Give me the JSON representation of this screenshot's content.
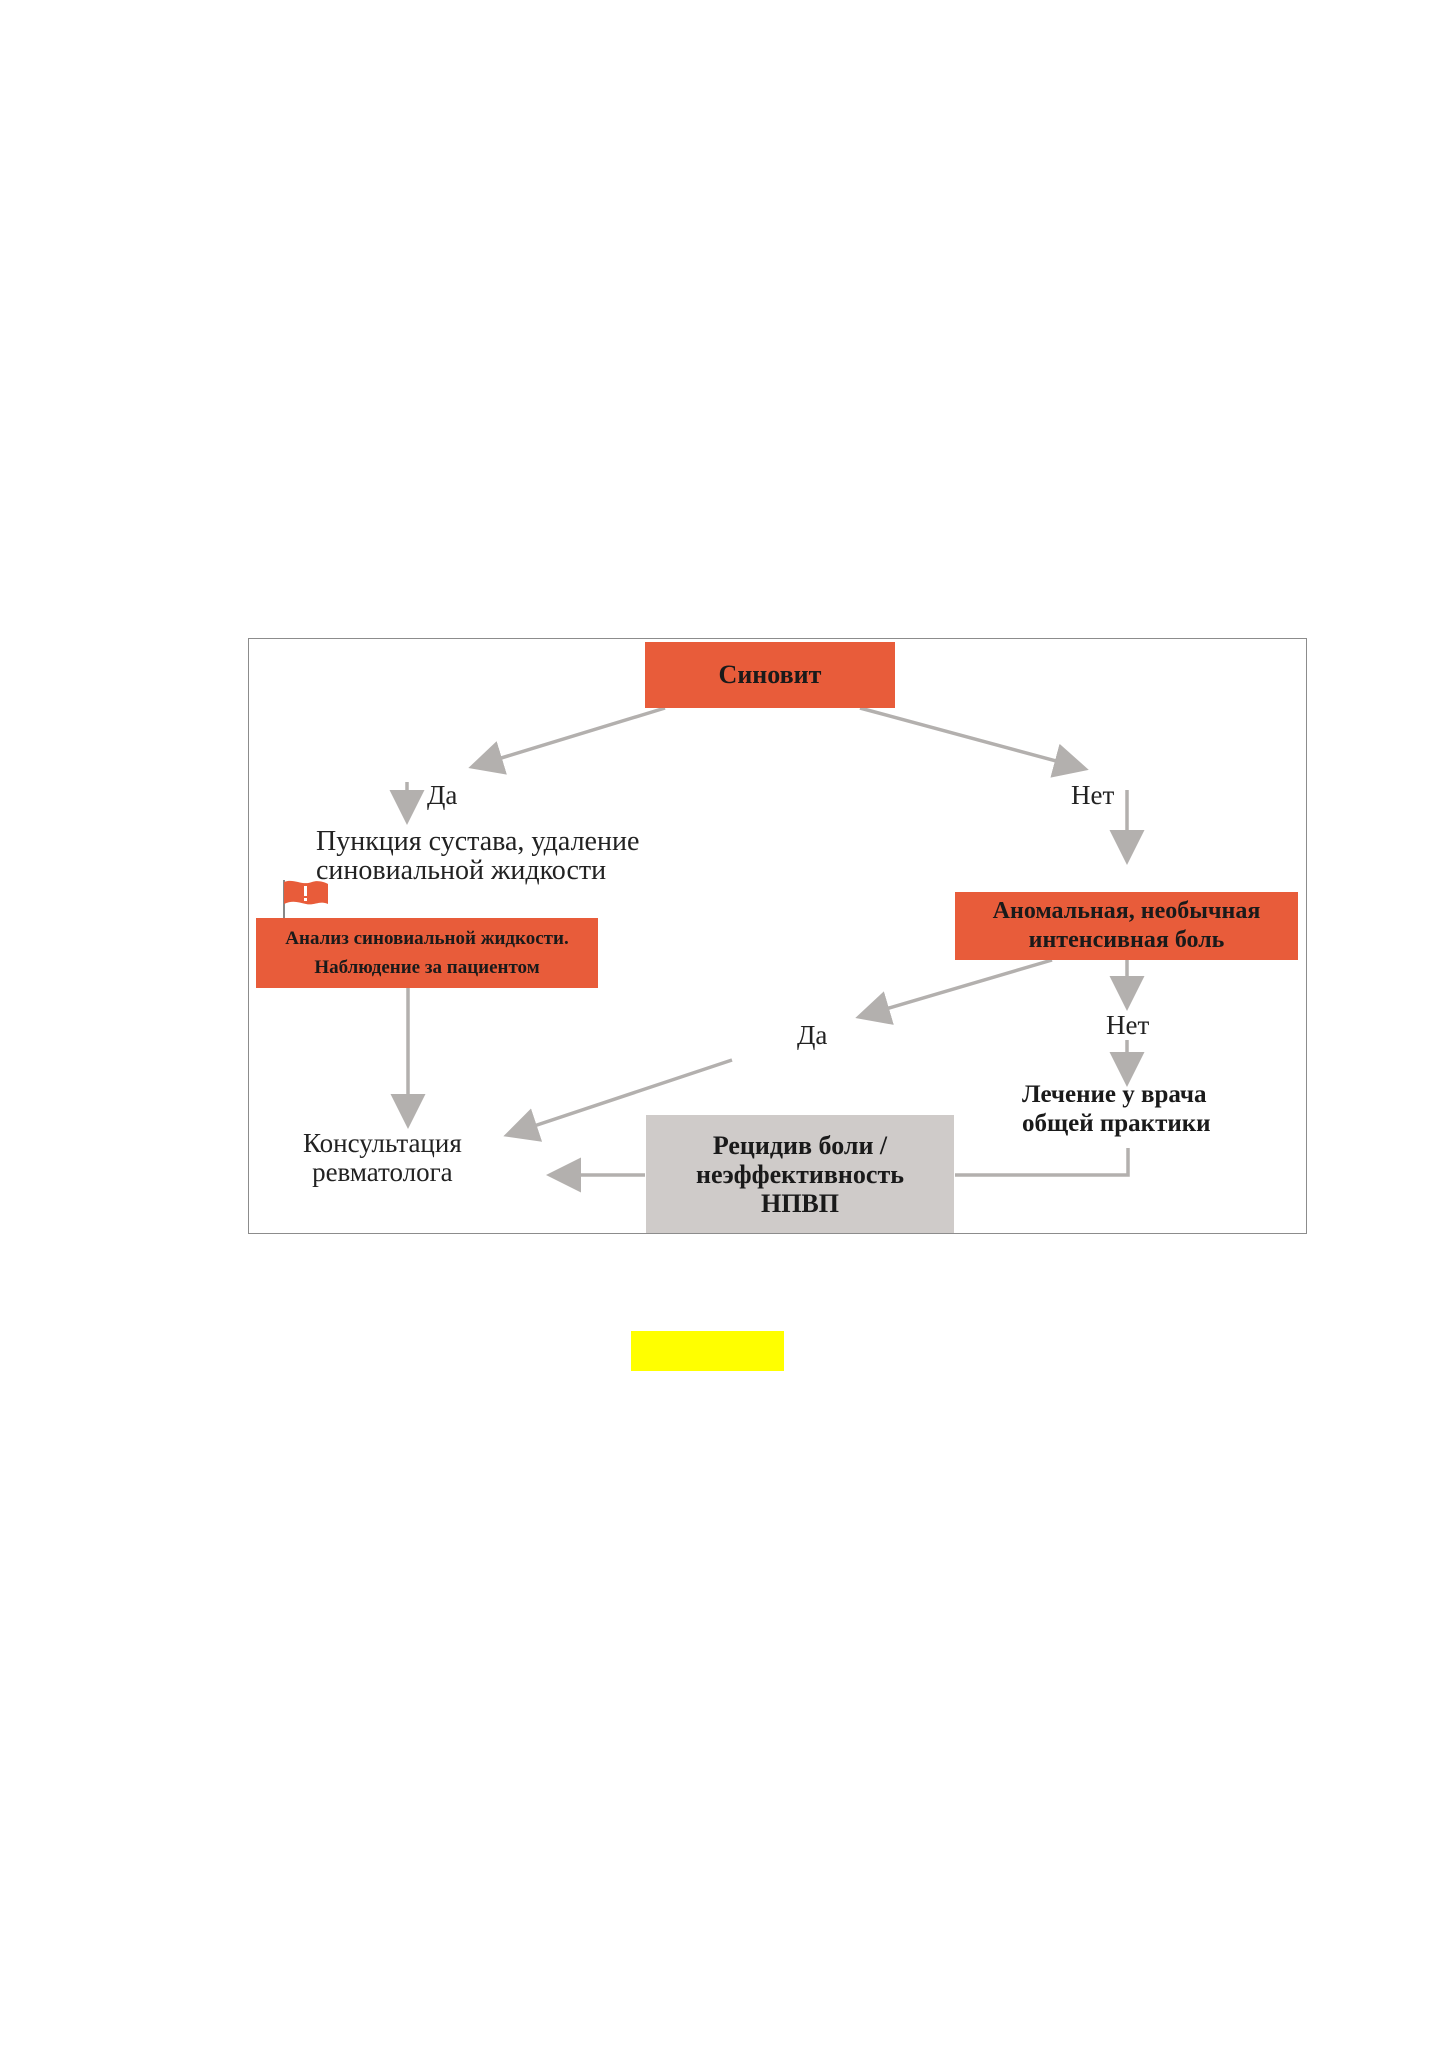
{
  "diagram": {
    "nodes": {
      "synovitis": "Синовит",
      "yes_left": "Да",
      "no_right": "Нет",
      "puncture_line1": "Пункция сустава, удаление",
      "puncture_line2": "синовиальной жидкости",
      "analysis_line1": "Анализ синовиальной жидкости.",
      "analysis_line2": "Наблюдение за пациентом",
      "abnormal_line1": "Аномальная, необычная",
      "abnormal_line2": "интенсивная боль",
      "yes_middle": "Да",
      "no_lower": "Нет",
      "gp_line1": "Лечение у врача",
      "gp_line2": "общей практики",
      "consult_line1": "Консультация",
      "consult_line2": "ревматолога",
      "relapse_line1": "Рецидив боли /",
      "relapse_line2": "неэффективность",
      "relapse_line3": "НПВП"
    },
    "colors": {
      "orange_box": "#e85c3a",
      "gray_box": "#cfcbc9",
      "arrow": "#b3b0ae",
      "highlight": "#ffff00"
    },
    "icons": [
      "flag-icon"
    ]
  }
}
